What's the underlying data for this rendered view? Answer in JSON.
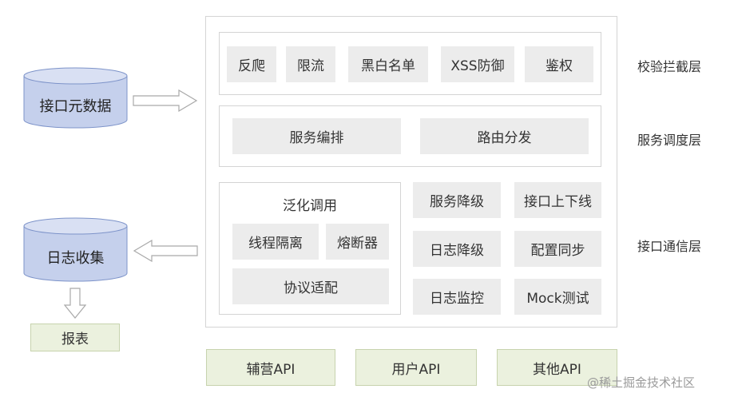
{
  "cylinders": {
    "metadata": "接口元数据",
    "log_collect": "日志收集"
  },
  "report": "报表",
  "layers": {
    "validation": {
      "label": "校验拦截层",
      "items": [
        "反爬",
        "限流",
        "黑白名单",
        "XSS防御",
        "鉴权"
      ]
    },
    "scheduling": {
      "label": "服务调度层",
      "items": [
        "服务编排",
        "路由分发"
      ]
    },
    "communication": {
      "label": "接口通信层",
      "generalized": {
        "title": "泛化调用",
        "items": [
          "线程隔离",
          "熔断器",
          "协议适配"
        ]
      },
      "items": [
        "服务降级",
        "接口上下线",
        "日志降级",
        "配置同步",
        "日志监控",
        "Mock测试"
      ]
    }
  },
  "apis": [
    "辅营API",
    "用户API",
    "其他API"
  ],
  "watermark": "@稀土掘金技术社区",
  "colors": {
    "cylinder_fill": "#c5d0ec",
    "cylinder_stroke": "#7d93c9",
    "green_fill": "#ebf1de",
    "box_gray": "#ececec"
  }
}
